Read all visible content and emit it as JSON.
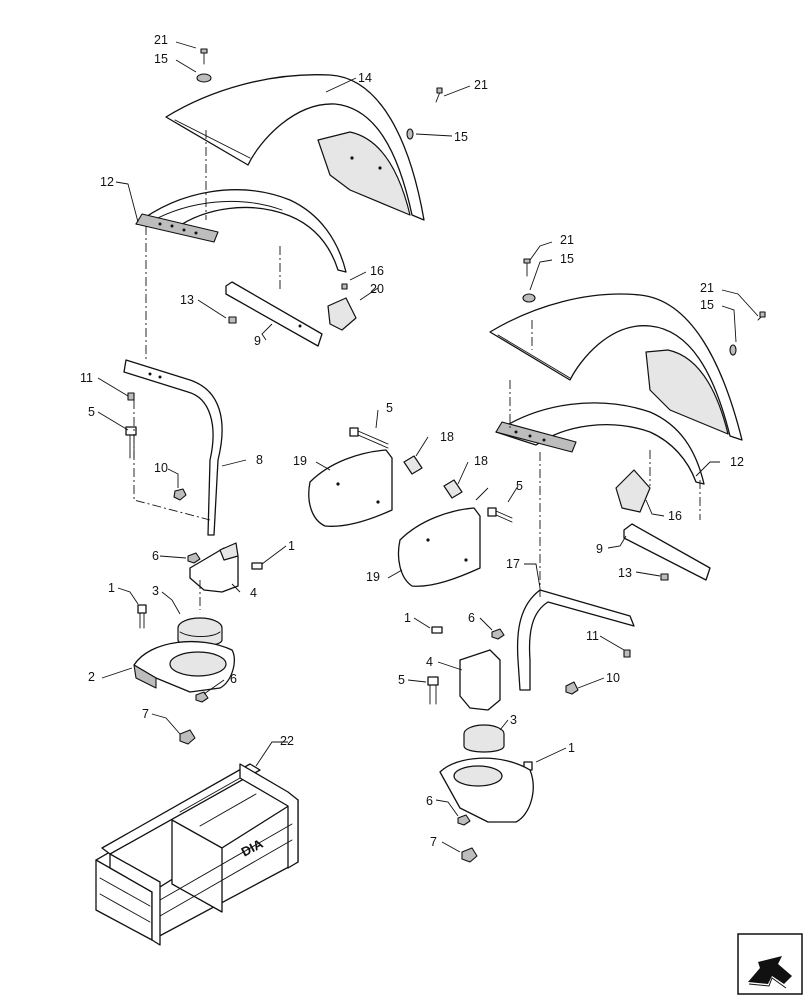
{
  "callouts": {
    "c21_top": "21",
    "c15_top": "15",
    "c14": "14",
    "c21_right": "21",
    "c15_right": "15",
    "c12_left": "12",
    "c16_left": "16",
    "c20": "20",
    "c13_left": "13",
    "c9_left": "9",
    "c11_left": "11",
    "c5_left": "5",
    "c8": "8",
    "c10_left": "10",
    "c6_left_a": "6",
    "c1_left_a": "1",
    "c4_left": "4",
    "c1_left_b": "1",
    "c3_left": "3",
    "c2": "2",
    "c6_left_b": "6",
    "c7_left": "7",
    "c22": "22",
    "c5_mid_a": "5",
    "c18_a": "18",
    "c19_a": "19",
    "c18_b": "18",
    "c5_mid_b": "5",
    "c19_b": "19",
    "c21_r2a": "21",
    "c15_r2a": "15",
    "c21_r2b": "21",
    "c15_r2b": "15",
    "c12_right": "12",
    "c16_right": "16",
    "c9_right": "9",
    "c13_right": "13",
    "c17": "17",
    "c11_right": "11",
    "c10_right": "10",
    "c1_right_a": "1",
    "c6_right_a": "6",
    "c4_right": "4",
    "c5_right": "5",
    "c3_right": "3",
    "c1_right_b": "1",
    "c6_right_b": "6",
    "c7_right": "7"
  },
  "crate": {
    "label": "DIA"
  },
  "icons": {
    "nav": "next-page-arrow-icon"
  }
}
